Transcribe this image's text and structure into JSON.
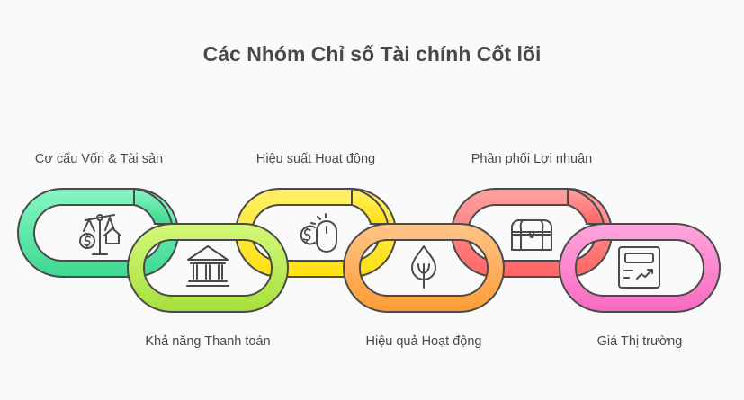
{
  "title": "Các Nhóm Chỉ số Tài chính Cốt lõi",
  "links": [
    {
      "label": "Cơ cấu Vốn & Tài sản",
      "icon": "scale-money-house-icon",
      "color_top": "#86f7c3",
      "color_bottom": "#3ed891",
      "label_pos": "top"
    },
    {
      "label": "Khả năng Thanh toán",
      "icon": "bank-building-icon",
      "color_top": "#d4f87a",
      "color_bottom": "#a6e03d",
      "label_pos": "bottom"
    },
    {
      "label": "Hiệu suất Hoạt động",
      "icon": "dollar-mouse-click-icon",
      "color_top": "#fff06a",
      "color_bottom": "#ffe011",
      "label_pos": "top"
    },
    {
      "label": "Hiệu quả Hoạt động",
      "icon": "tree-icon",
      "color_top": "#ffc487",
      "color_bottom": "#fd9c36",
      "label_pos": "bottom"
    },
    {
      "label": "Phân phối Lợi nhuận",
      "icon": "treasure-chest-icon",
      "color_top": "#ffa0a0",
      "color_bottom": "#ff6565",
      "label_pos": "top"
    },
    {
      "label": "Giá Thị trường",
      "icon": "market-chart-card-icon",
      "color_top": "#ffa6dc",
      "color_bottom": "#f76ac0",
      "label_pos": "bottom"
    }
  ]
}
